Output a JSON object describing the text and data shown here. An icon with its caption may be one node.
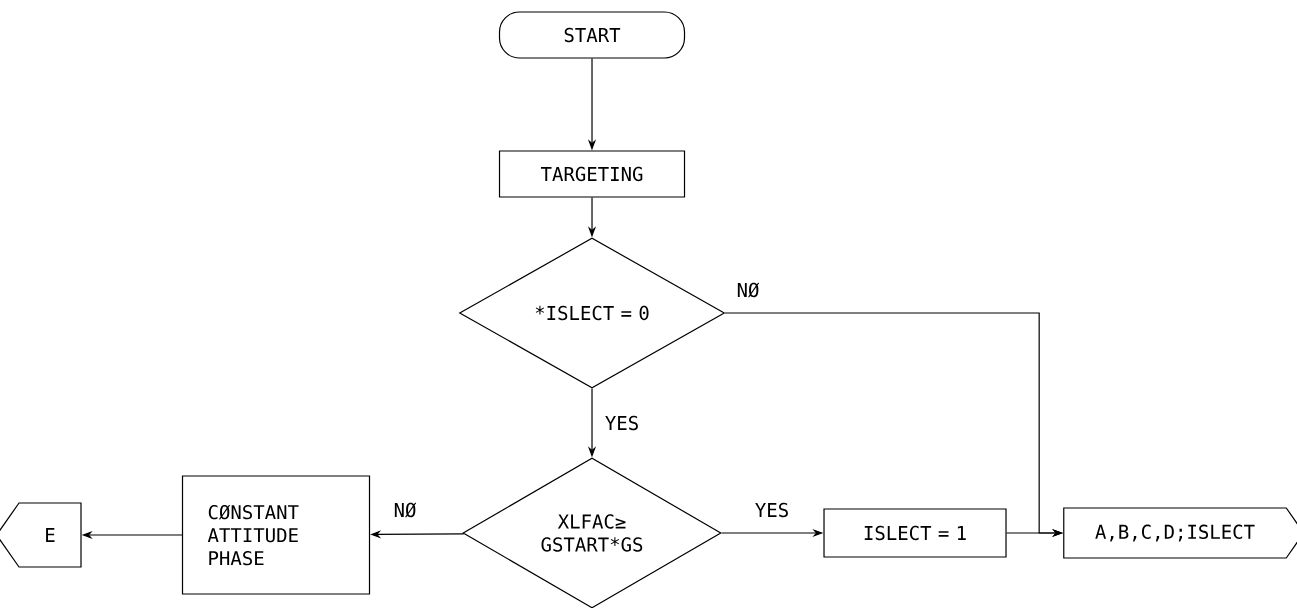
{
  "diagram": {
    "nodes": [
      {
        "text": [
          "START"
        ]
      },
      {
        "text": [
          "TARGETING"
        ]
      },
      {
        "text": [
          "*ISLECT = 0"
        ]
      },
      {
        "text": [
          "XLFAC≥ GSTART*GS"
        ]
      },
      {
        "text": [
          "ISLECT = 1"
        ]
      },
      {
        "text": [
          "A,B,C,D;ISLECT"
        ]
      },
      {
        "text": [
          "CØNSTANT ATTITUDE PHASE"
        ]
      },
      {
        "text": [
          "E"
        ]
      }
    ],
    "edges": [
      {
        "from": 0,
        "to": 1,
        "arrow": "to"
      },
      {
        "from": 1,
        "to": 2,
        "arrow": "to"
      },
      {
        "from": 2,
        "to": 3,
        "arrow": "to",
        "label": "YES"
      },
      {
        "from": 2,
        "to": 5,
        "arrow": "to",
        "label": "NØ"
      },
      {
        "from": 3,
        "to": 4,
        "arrow": "to",
        "label": "YES"
      },
      {
        "from": 4,
        "to": 5,
        "arrow": "to"
      },
      {
        "from": 3,
        "to": 6,
        "arrow": "to",
        "label": "NØ"
      },
      {
        "from": 6,
        "to": 7,
        "arrow": "to"
      }
    ]
  }
}
